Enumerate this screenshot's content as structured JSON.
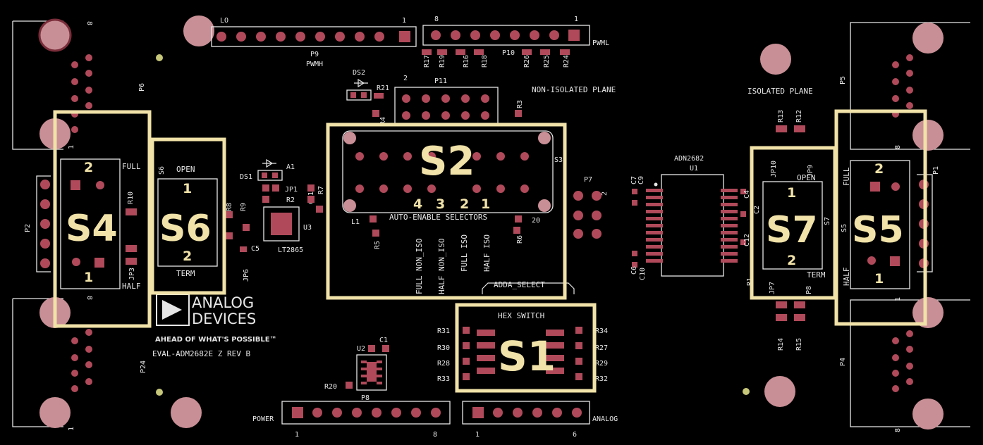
{
  "board": {
    "title": "EVAL-ADM2682E Z REV B",
    "brand_line1": "ANALOG",
    "brand_line2": "DEVICES",
    "tagline": "AHEAD OF WHAT'S POSSIBLE™",
    "ic_main": "ADN2682",
    "ic_main_ref": "U1",
    "ic_reg": "LT2865",
    "ic_reg_ref": "U3",
    "ic_u2": "U2",
    "non_isolated": "NON-ISOLATED PLANE",
    "isolated": "ISOLATED PLANE",
    "auto_enable": "AUTO-ENABLE SELECTORS",
    "adda_select": "ADDA_SELECT",
    "hex_switch": "HEX SWITCH"
  },
  "headers": {
    "p9_name": "P9",
    "p9_sub": "PWMH",
    "p9_lo": "LO",
    "p9_hi": "1",
    "p10_name": "P10",
    "p10_sub": "PWML",
    "p10_lo": "8",
    "p10_hi": "1",
    "p11_name": "P11",
    "p11_pin": "2",
    "p8_name": "P8",
    "p8_sub": "POWER",
    "p8_lo": "1",
    "p8_hi": "8",
    "p3_sub": "ANALOG",
    "p3_lo": "1",
    "p3_hi": "6",
    "p7_name": "P7",
    "p7_pin": "2",
    "p2": "P2",
    "p6": "P6",
    "p24": "P24",
    "p5": "P5",
    "p4": "P4",
    "p1": "P1",
    "conn_pin_8": "8",
    "conn_pin_1": "1"
  },
  "switches": {
    "s1": "S1",
    "s2": "S2",
    "s4": "S4",
    "s5": "S5",
    "s6": "S6",
    "s7": "S7",
    "s2_digits": [
      "4",
      "3",
      "2",
      "1"
    ],
    "s2_selectors": [
      "FULL NON_ISO",
      "HALF NON_ISO",
      "FULL ISO",
      "HALF ISO"
    ],
    "s4_top": "2",
    "s4_bot": "1",
    "s5_top": "2",
    "s5_bot": "1",
    "s6_top": "1",
    "s6_bot": "2",
    "s7_top": "1",
    "s7_bot": "2",
    "full": "FULL",
    "half": "HALF",
    "open": "OPEN",
    "term": "TERM"
  },
  "refdes": {
    "r17": "R17",
    "r19": "R19",
    "r16": "R16",
    "r18": "R18",
    "r26": "R26",
    "r25": "R25",
    "r24": "R24",
    "ds2": "DS2",
    "r21": "R21",
    "ds1": "DS1",
    "a1": "A1",
    "jp1": "JP1",
    "r2": "R2",
    "r7": "R7",
    "c11": "C11",
    "r10": "R10",
    "r8": "R8",
    "r9": "R9",
    "c5": "C5",
    "jp3": "JP3",
    "jp6": "JP6",
    "r5": "R5",
    "r6": "R6",
    "l1": "L1",
    "r3": "R3",
    "r4": "R4",
    "s3": "S3",
    "c7": "C7",
    "c9": "C9",
    "c6": "C6",
    "c10": "C10",
    "c2": "C2",
    "c12": "C12",
    "c4": "C4",
    "r13": "R13",
    "r12": "R12",
    "jp10": "JP10",
    "jp9": "JP9",
    "r1": "R1",
    "jp7": "JP7",
    "p8r": "P8",
    "r14": "R14",
    "r15": "R15",
    "r31": "R31",
    "r30": "R30",
    "r28": "R28",
    "r33": "R33",
    "r34": "R34",
    "r27": "R27",
    "r29": "R29",
    "r32": "R32",
    "r20": "R20",
    "c1": "C1"
  },
  "colors": {
    "pad": "#b04a5a",
    "highlight": "#f0e2a8",
    "silk": "#e6e6e6",
    "background": "#000000"
  }
}
